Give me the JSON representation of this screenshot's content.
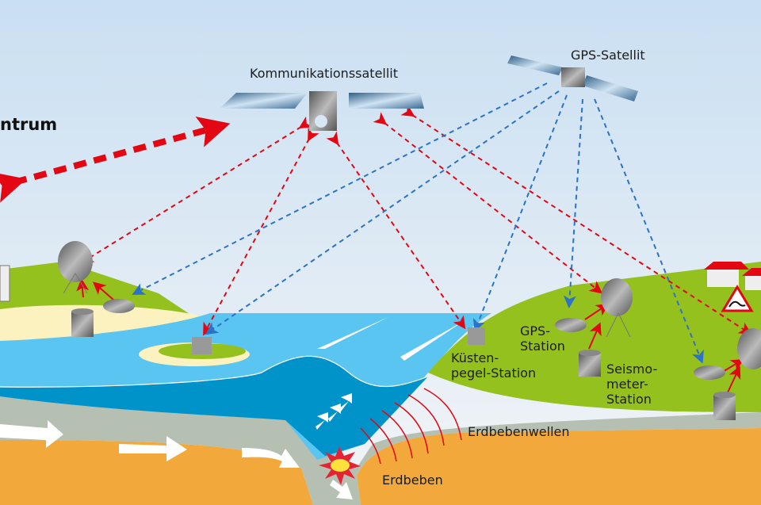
{
  "title_fragment": "ntrum",
  "labels": {
    "comm_satellite": "Kommunikationssatellit",
    "gps_satellite": "GPS-Satellit",
    "tide_station": "Küsten-\npegel-Station",
    "gps_station": "GPS-\nStation",
    "seismometer_station": "Seismo-\nmeter-\nStation",
    "seismic_waves": "Erdbebenwellen",
    "earthquake": "Erdbeben"
  },
  "colors": {
    "sky_top": "#c9dff2",
    "sky_bottom": "#f2f4f6",
    "land_green": "#95c11f",
    "sand": "#fbf2c0",
    "water_light": "#5bc5f2",
    "water_dark": "#0093c9",
    "crust": "#b5bfb2",
    "mantle": "#f2a83b",
    "comm_link": "#e30613",
    "gps_link": "#2a73c6"
  },
  "icons": [
    "satellite-icon",
    "antenna-dish-icon",
    "seismometer-icon",
    "gps-receiver-icon",
    "tide-gauge-icon",
    "house-icon",
    "tsunami-warning-icon",
    "earthquake-burst-icon"
  ]
}
